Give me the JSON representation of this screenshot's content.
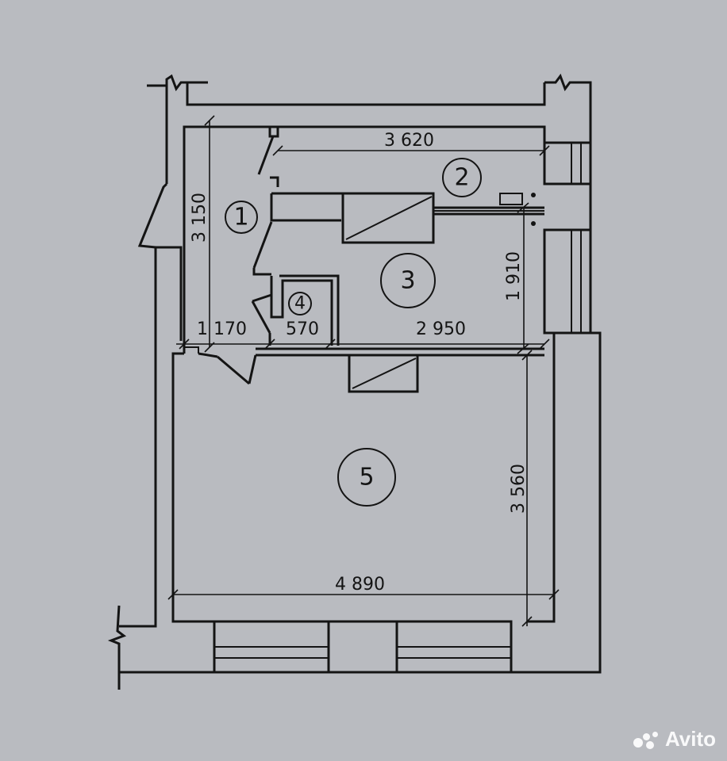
{
  "dimensions": {
    "room2_width": "3 620",
    "room1_height": "3 150",
    "room3_height": "1 910",
    "room1_width": "1 170",
    "room4_width": "570",
    "room3_width": "2 950",
    "room5_height": "3 560",
    "room5_width": "4 890"
  },
  "rooms": {
    "r1": "1",
    "r2": "2",
    "r3": "3",
    "r4": "4",
    "r5": "5"
  },
  "watermark": "Avito"
}
